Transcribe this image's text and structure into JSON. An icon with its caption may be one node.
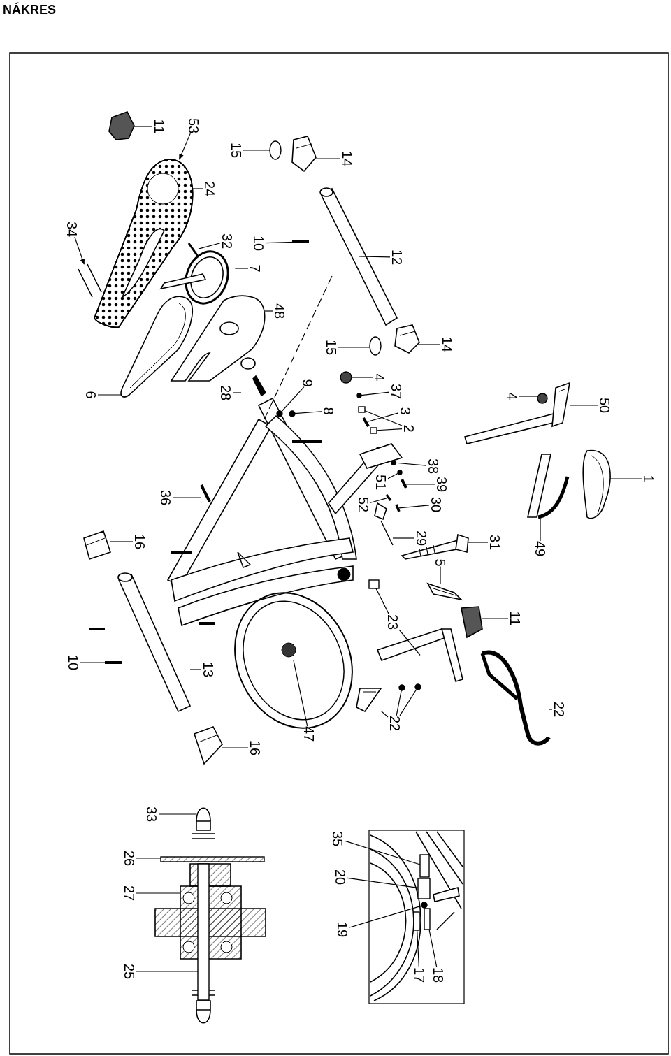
{
  "diagram": {
    "title": "NÁKRES",
    "nodes": [
      {
        "text": [
          "11"
        ]
      },
      {
        "text": [
          "53"
        ]
      },
      {
        "text": [
          "15"
        ]
      },
      {
        "text": [
          "14"
        ]
      },
      {
        "text": [
          "24"
        ]
      },
      {
        "text": [
          "34"
        ]
      },
      {
        "text": [
          "32"
        ]
      },
      {
        "text": [
          "10"
        ]
      },
      {
        "text": [
          "12"
        ]
      },
      {
        "text": [
          "7"
        ]
      },
      {
        "text": [
          "48"
        ]
      },
      {
        "text": [
          "15"
        ]
      },
      {
        "text": [
          "14"
        ]
      },
      {
        "text": [
          "28"
        ]
      },
      {
        "text": [
          "9"
        ]
      },
      {
        "text": [
          "8"
        ]
      },
      {
        "text": [
          "4"
        ]
      },
      {
        "text": [
          "37"
        ]
      },
      {
        "text": [
          "3"
        ]
      },
      {
        "text": [
          "2"
        ]
      },
      {
        "text": [
          "4"
        ]
      },
      {
        "text": [
          "50"
        ]
      },
      {
        "text": [
          "38"
        ]
      },
      {
        "text": [
          "51"
        ]
      },
      {
        "text": [
          "39"
        ]
      },
      {
        "text": [
          "52"
        ]
      },
      {
        "text": [
          "30"
        ]
      },
      {
        "text": [
          "36"
        ]
      },
      {
        "text": [
          "1"
        ]
      },
      {
        "text": [
          "16"
        ]
      },
      {
        "text": [
          "29"
        ]
      },
      {
        "text": [
          "31"
        ]
      },
      {
        "text": [
          "49"
        ]
      },
      {
        "text": [
          "5"
        ]
      },
      {
        "text": [
          "11"
        ]
      },
      {
        "text": [
          "23"
        ]
      },
      {
        "text": [
          "10"
        ]
      },
      {
        "text": [
          "13"
        ]
      },
      {
        "text": [
          "22"
        ]
      },
      {
        "text": [
          "22"
        ]
      },
      {
        "text": [
          "16"
        ]
      },
      {
        "text": [
          "47"
        ]
      },
      {
        "text": [
          "33"
        ]
      },
      {
        "text": [
          "26"
        ]
      },
      {
        "text": [
          "27"
        ]
      },
      {
        "text": [
          "25"
        ]
      },
      {
        "text": [
          "35"
        ]
      },
      {
        "text": [
          "20"
        ]
      },
      {
        "text": [
          "19"
        ]
      },
      {
        "text": [
          "18"
        ]
      },
      {
        "text": [
          "17"
        ]
      },
      {
        "text": [
          "6"
        ]
      },
      {
        "text": [],
        "shape": "picture"
      },
      {
        "text": [],
        "shape": "picture"
      },
      {
        "text": [],
        "shape": "circle"
      },
      {
        "text": [],
        "shape": "picture"
      },
      {
        "text": [],
        "shape": "picture"
      },
      {
        "text": [],
        "shape": "picture"
      },
      {
        "text": [],
        "shape": "picture"
      },
      {
        "text": [],
        "shape": "picture"
      },
      {
        "text": [],
        "shape": "picture"
      },
      {
        "text": [],
        "shape": "picture"
      },
      {
        "text": [],
        "shape": "circle"
      },
      {
        "text": [],
        "shape": "picture"
      },
      {
        "text": [],
        "shape": "picture"
      },
      {
        "text": [],
        "shape": "circle"
      },
      {
        "text": [],
        "shape": "circle"
      },
      {
        "text": [],
        "shape": "circle"
      },
      {
        "text": [],
        "shape": "circle"
      },
      {
        "text": [],
        "shape": "picture"
      },
      {
        "text": [],
        "shape": "box"
      },
      {
        "text": [],
        "shape": "circle"
      },
      {
        "text": [],
        "shape": "picture"
      },
      {
        "text": [],
        "shape": "circle"
      },
      {
        "text": [],
        "shape": "circle"
      },
      {
        "text": [],
        "shape": "picture"
      },
      {
        "text": [],
        "shape": "picture"
      },
      {
        "text": [],
        "shape": "picture"
      },
      {
        "text": [],
        "shape": "picture"
      },
      {
        "text": [],
        "shape": "picture"
      },
      {
        "text": [],
        "shape": "picture"
      },
      {
        "text": [],
        "shape": "picture"
      },
      {
        "text": [],
        "shape": "picture"
      },
      {
        "text": [],
        "shape": "picture"
      },
      {
        "text": [],
        "shape": "picture"
      },
      {
        "text": [],
        "shape": "picture"
      },
      {
        "text": [],
        "shape": "picture"
      },
      {
        "text": [],
        "shape": "picture"
      },
      {
        "text": [],
        "shape": "picture"
      },
      {
        "text": [],
        "shape": "picture"
      },
      {
        "text": [],
        "shape": "circle"
      },
      {
        "text": [],
        "shape": "picture"
      },
      {
        "text": [],
        "shape": "picture"
      },
      {
        "text": [],
        "shape": "picture"
      },
      {
        "text": [],
        "shape": "box"
      },
      {
        "text": [],
        "shape": "picture"
      },
      {
        "text": [],
        "shape": "box"
      },
      {
        "text": [],
        "shape": "box"
      },
      {
        "text": [],
        "shape": "box"
      },
      {
        "text": [],
        "shape": "circle"
      },
      {
        "text": [],
        "shape": "box"
      },
      {
        "text": [],
        "shape": "box"
      },
      {
        "text": [],
        "shape": "picture"
      },
      {
        "text": [],
        "shape": "box"
      },
      {
        "text": [],
        "shape": "picture"
      },
      {
        "text": [],
        "shape": "circle"
      },
      {
        "text": [],
        "shape": "box"
      }
    ],
    "edges": [
      {
        "from": 0,
        "to": 52,
        "arrow": "none"
      },
      {
        "from": 1,
        "to": 53,
        "arrow": "to"
      },
      {
        "from": 2,
        "to": 54,
        "arrow": "none"
      },
      {
        "from": 3,
        "to": 55,
        "arrow": "none"
      },
      {
        "from": 4,
        "to": 53,
        "arrow": "none"
      },
      {
        "from": 5,
        "to": 56,
        "arrow": "to"
      },
      {
        "from": 6,
        "to": 57,
        "arrow": "none"
      },
      {
        "from": 7,
        "to": 58,
        "arrow": "none"
      },
      {
        "from": 8,
        "to": 59,
        "arrow": "none"
      },
      {
        "from": 9,
        "to": 60,
        "arrow": "none"
      },
      {
        "from": 10,
        "to": 61,
        "arrow": "none"
      },
      {
        "from": 11,
        "to": 62,
        "arrow": "none"
      },
      {
        "from": 12,
        "to": 63,
        "arrow": "none"
      },
      {
        "from": 13,
        "to": 64,
        "arrow": "none"
      },
      {
        "from": 14,
        "to": 65,
        "arrow": "none"
      },
      {
        "from": 15,
        "to": 66,
        "arrow": "none"
      },
      {
        "from": 16,
        "to": 67,
        "arrow": "none"
      },
      {
        "from": 17,
        "to": 68,
        "arrow": "none"
      },
      {
        "from": 18,
        "to": 69,
        "arrow": "none"
      },
      {
        "from": 19,
        "to": 70,
        "arrow": "none"
      },
      {
        "from": 20,
        "to": 71,
        "arrow": "none"
      },
      {
        "from": 21,
        "to": 72,
        "arrow": "none"
      },
      {
        "from": 22,
        "to": 73,
        "arrow": "none"
      },
      {
        "from": 23,
        "to": 74,
        "arrow": "none"
      },
      {
        "from": 24,
        "to": 75,
        "arrow": "none"
      },
      {
        "from": 25,
        "to": 76,
        "arrow": "none"
      },
      {
        "from": 26,
        "to": 77,
        "arrow": "none"
      },
      {
        "from": 27,
        "to": 78,
        "arrow": "none"
      },
      {
        "from": 28,
        "to": 79,
        "arrow": "none"
      },
      {
        "from": 29,
        "to": 80,
        "arrow": "none"
      },
      {
        "from": 30,
        "to": 81,
        "arrow": "none"
      },
      {
        "from": 31,
        "to": 82,
        "arrow": "none"
      },
      {
        "from": 32,
        "to": 83,
        "arrow": "none"
      },
      {
        "from": 33,
        "to": 84,
        "arrow": "none"
      },
      {
        "from": 34,
        "to": 85,
        "arrow": "none"
      },
      {
        "from": 35,
        "to": 86,
        "arrow": "none"
      },
      {
        "from": 36,
        "to": 87,
        "arrow": "none"
      },
      {
        "from": 37,
        "to": 88,
        "arrow": "none"
      },
      {
        "from": 38,
        "to": 89,
        "arrow": "none"
      },
      {
        "from": 39,
        "to": 90,
        "arrow": "none"
      },
      {
        "from": 40,
        "to": 91,
        "arrow": "none"
      },
      {
        "from": 41,
        "to": 92,
        "arrow": "none"
      },
      {
        "from": 42,
        "to": 93,
        "arrow": "none"
      },
      {
        "from": 43,
        "to": 94,
        "arrow": "none"
      },
      {
        "from": 44,
        "to": 95,
        "arrow": "none"
      },
      {
        "from": 45,
        "to": 96,
        "arrow": "none"
      },
      {
        "from": 46,
        "to": 97,
        "arrow": "none"
      },
      {
        "from": 47,
        "to": 98,
        "arrow": "none"
      },
      {
        "from": 48,
        "to": 99,
        "arrow": "none"
      },
      {
        "from": 49,
        "to": 100,
        "arrow": "none"
      },
      {
        "from": 50,
        "to": 101,
        "arrow": "none"
      },
      {
        "from": 51,
        "to": 102,
        "arrow": "none"
      },
      {
        "from": 19,
        "to": 103,
        "arrow": "none"
      },
      {
        "from": 35,
        "to": 106,
        "arrow": "none"
      },
      {
        "from": 39,
        "to": 104,
        "arrow": "none"
      },
      {
        "from": 39,
        "to": 105,
        "arrow": "none"
      }
    ]
  }
}
